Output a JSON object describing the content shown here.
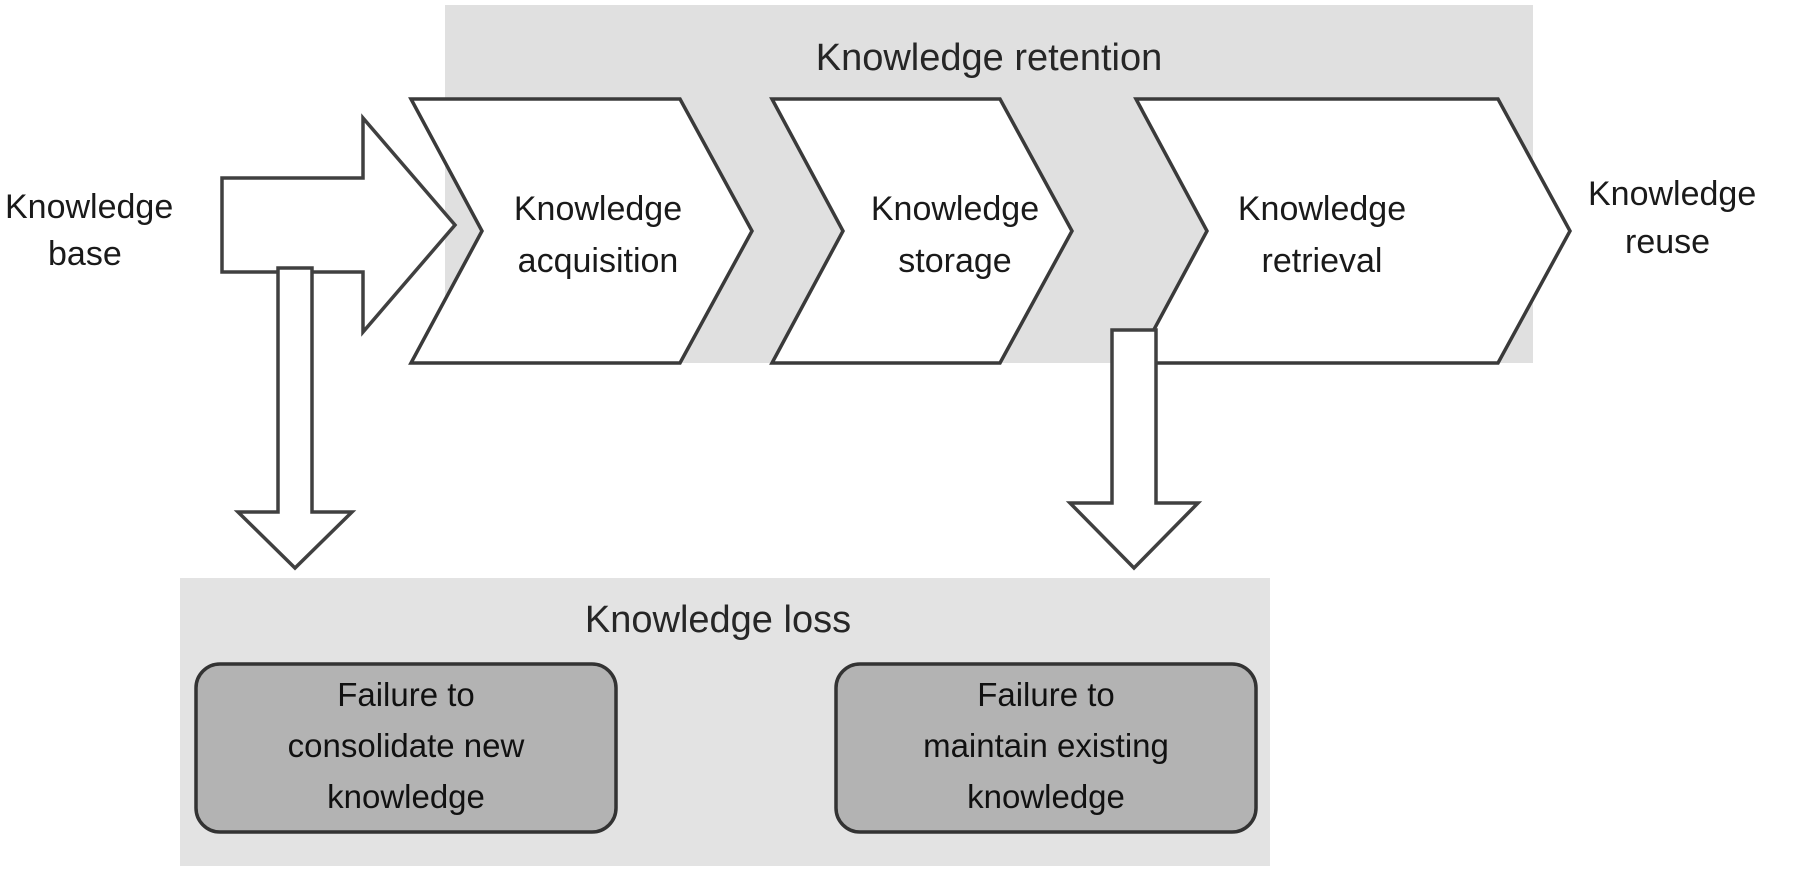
{
  "diagram": {
    "title_visible": false,
    "panels": {
      "retention": {
        "label": "Knowledge retention",
        "fill": "#e0e0e0"
      },
      "loss": {
        "label": "Knowledge loss",
        "fill": "#e3e3e3"
      }
    },
    "inputs": {
      "knowledge_base": {
        "line1": "Knowledge",
        "line2": "base"
      }
    },
    "outputs": {
      "knowledge_reuse": {
        "line1": "Knowledge",
        "line2": "reuse"
      }
    },
    "process_stages": [
      {
        "id": "acquisition",
        "line1": "Knowledge",
        "line2": "acquisition"
      },
      {
        "id": "storage",
        "line1": "Knowledge",
        "line2": "storage"
      },
      {
        "id": "retrieval",
        "line1": "Knowledge",
        "line2": "retrieval"
      }
    ],
    "loss_boxes": [
      {
        "id": "consolidate-new",
        "line1": "Failure to",
        "line2": "consolidate new",
        "line3": "knowledge",
        "fill": "#b3b3b3"
      },
      {
        "id": "maintain-existing",
        "line1": "Failure to",
        "line2": "maintain existing",
        "line3": "knowledge",
        "fill": "#b3b3b3"
      }
    ],
    "arrows": [
      {
        "id": "knowledge-base-into-acquisition",
        "direction": "right"
      },
      {
        "id": "acquisition-to-consolidate-loss",
        "direction": "down"
      },
      {
        "id": "retrieval-to-maintain-loss",
        "direction": "down"
      }
    ],
    "colors": {
      "stroke": "#404040",
      "stroke_light": "#595959",
      "shape_fill": "#ffffff",
      "panel_light": "#e0e0e0",
      "box_gray": "#b3b3b3",
      "text": "#1a1a1a",
      "page_background": "#ffffff"
    }
  }
}
